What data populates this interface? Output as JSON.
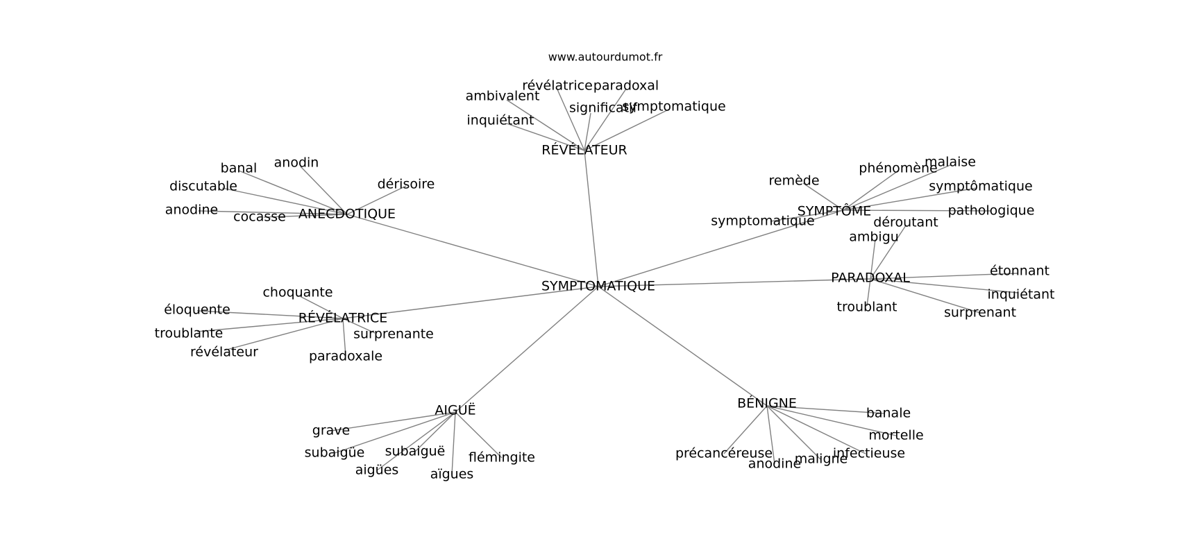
{
  "source": "www.autourdumot.fr",
  "colors": {
    "edge": "#808080",
    "text": "#000000",
    "background": "#ffffff"
  },
  "graph": {
    "center": "SYMPTOMATIQUE",
    "hubs": [
      {
        "label": "RÉVÉLATEUR",
        "leaves": [
          "ambivalent",
          "révélatrice",
          "paradoxal",
          "inquiétant",
          "significatif",
          "symptomatique"
        ]
      },
      {
        "label": "ANECDOTIQUE",
        "leaves": [
          "banal",
          "anodin",
          "discutable",
          "dérisoire",
          "anodine",
          "cocasse"
        ]
      },
      {
        "label": "SYMPTÔME",
        "leaves": [
          "remède",
          "phénomène",
          "malaise",
          "symptômatique",
          "pathologique",
          "symptomatique"
        ]
      },
      {
        "label": "PARADOXAL",
        "leaves": [
          "déroutant",
          "ambigu",
          "étonnant",
          "inquiétant",
          "troublant",
          "surprenant"
        ]
      },
      {
        "label": "RÉVÉLATRICE",
        "leaves": [
          "choquante",
          "éloquente",
          "troublante",
          "surprenante",
          "révélateur",
          "paradoxale"
        ]
      },
      {
        "label": "AIGUË",
        "leaves": [
          "grave",
          "subaigüe",
          "subaiguë",
          "aigües",
          "aïgues",
          "flémingite"
        ]
      },
      {
        "label": "BÉNIGNE",
        "leaves": [
          "banale",
          "mortelle",
          "précancéreuse",
          "infectieuse",
          "maligne",
          "anodine"
        ]
      }
    ]
  }
}
